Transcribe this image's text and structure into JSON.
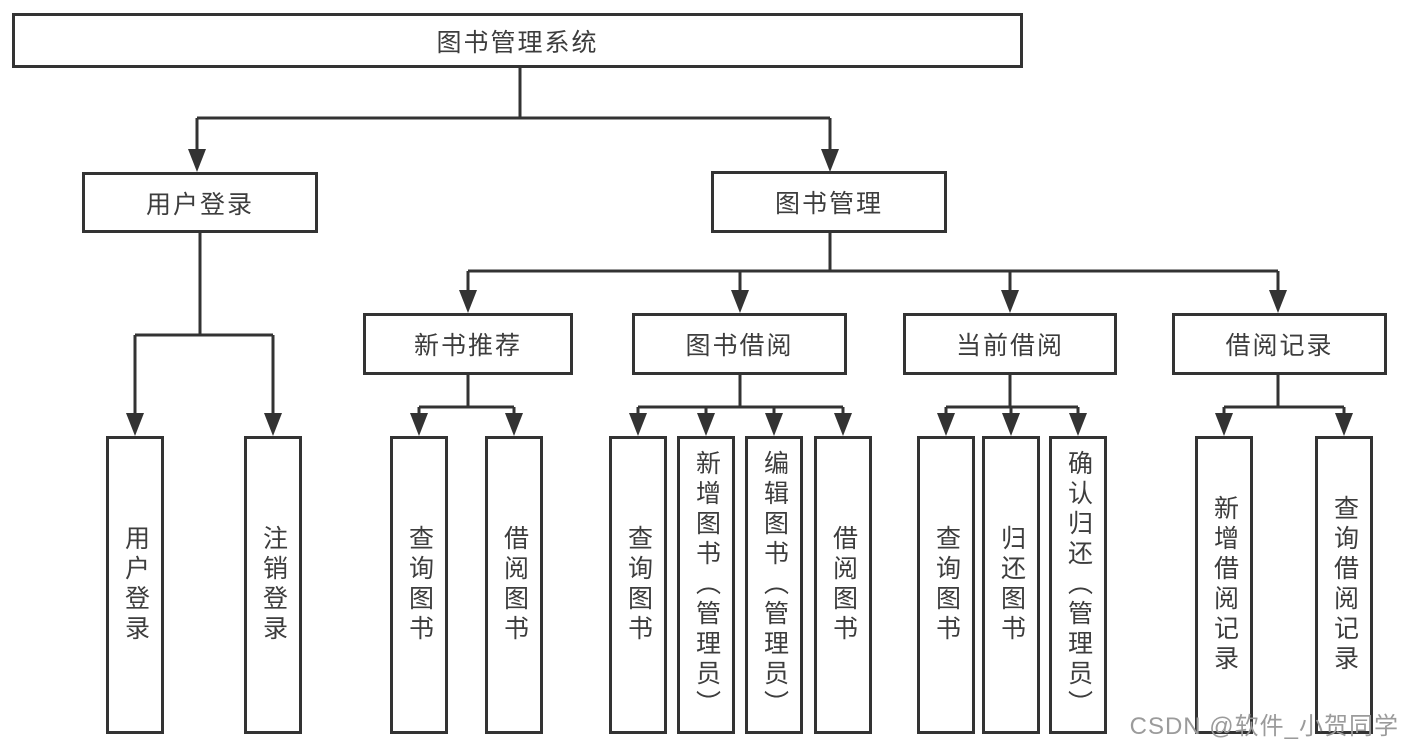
{
  "title": "图书管理系统",
  "watermark": "CSDN @软件_小贺同学",
  "colors": {
    "line": "#333333",
    "text": "#3d3d3d",
    "background": "#ffffff",
    "watermark": "#9b9b9b"
  },
  "tree": {
    "root": {
      "label": "图书管理系统"
    },
    "branches": [
      {
        "label": "用户登录",
        "children": [
          {
            "label": "用户登录"
          },
          {
            "label": "注销登录"
          }
        ]
      },
      {
        "label": "图书管理",
        "children": [
          {
            "label": "新书推荐",
            "children": [
              {
                "label": "查询图书"
              },
              {
                "label": "借阅图书"
              }
            ]
          },
          {
            "label": "图书借阅",
            "children": [
              {
                "label": "查询图书"
              },
              {
                "label": "新增图书（管理员）"
              },
              {
                "label": "编辑图书（管理员）"
              },
              {
                "label": "借阅图书"
              }
            ]
          },
          {
            "label": "当前借阅",
            "children": [
              {
                "label": "查询图书"
              },
              {
                "label": "归还图书"
              },
              {
                "label": "确认归还（管理员）"
              }
            ]
          },
          {
            "label": "借阅记录",
            "children": [
              {
                "label": "新增借阅记录"
              },
              {
                "label": "查询借阅记录"
              }
            ]
          }
        ]
      }
    ]
  }
}
